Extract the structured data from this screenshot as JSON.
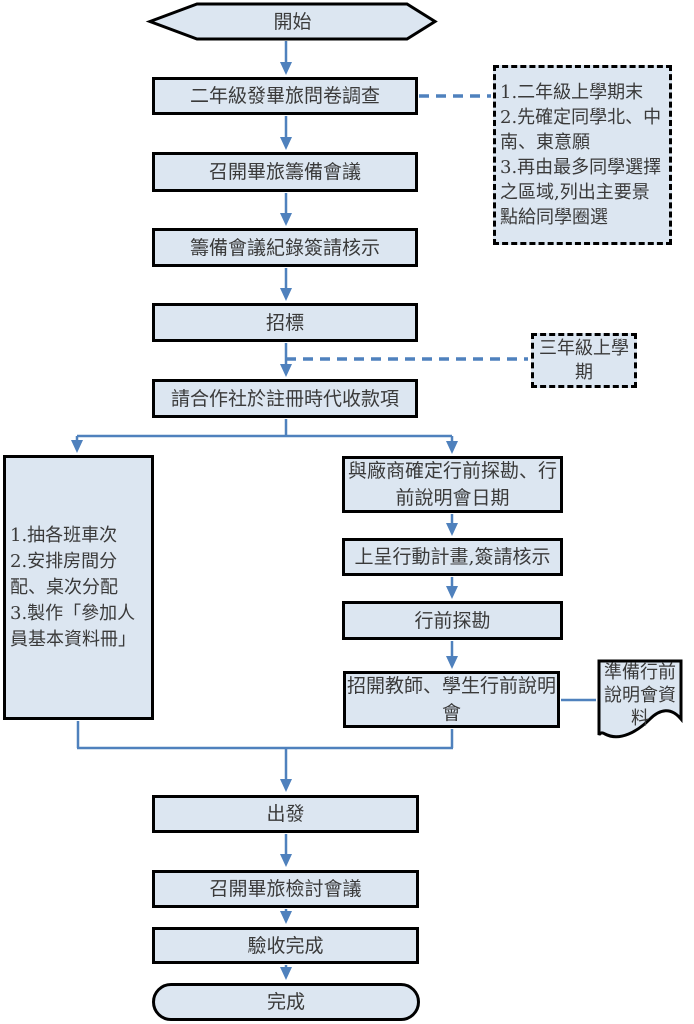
{
  "colors": {
    "shape_fill": "#dce6f1",
    "shape_border": "#000000",
    "connector_blue": "#4f81bd",
    "text": "#3a3a3a"
  },
  "flowchart": {
    "nodes": {
      "start": "開始",
      "survey": "二年級發畢旅問卷調查",
      "prep_meeting": "召開畢旅籌備會議",
      "minutes_approval": "籌備會議紀錄簽請核示",
      "tender": "招標",
      "collect_payment": "請合作社於註冊時代收款項",
      "class_tasks": "1.抽各班車次\n2.安排房間分\n配、桌次分配\n3.製作「參加人\n員基本資料冊」",
      "vendor_schedule": "與廠商確定行前探勘、行\n前說明會日期",
      "action_plan": "上呈行動計畫,簽請核示",
      "site_survey": "行前探勘",
      "briefing_meeting": "招開教師、學生行前說明\n會",
      "briefing_materials": "準備行前\n說明會資\n料",
      "depart": "出發",
      "review_meeting": "召開畢旅檢討會議",
      "acceptance": "驗收完成",
      "end": "完成"
    },
    "annotations": {
      "survey_note": "1.二年級上學期末\n2.先確定同學北、中\n南、東意願\n3.再由最多同學選擇\n之區域,列出主要景\n點給同學圈選",
      "semester_note": "三年級上學\n期"
    }
  }
}
